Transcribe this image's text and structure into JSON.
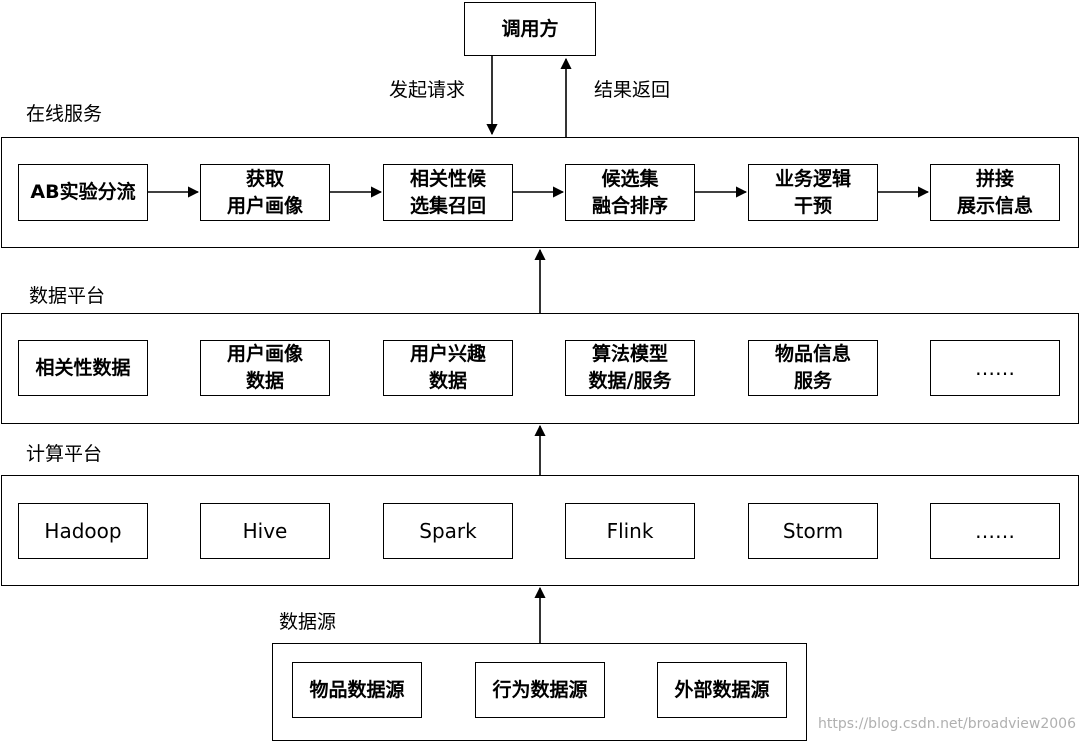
{
  "caller": {
    "label": "调用方"
  },
  "arrows": {
    "request_label": "发起请求",
    "return_label": "结果返回"
  },
  "online": {
    "title": "在线服务",
    "steps": [
      {
        "label": "AB实验分流"
      },
      {
        "label": "获取\n用户画像"
      },
      {
        "label": "相关性候\n选集召回"
      },
      {
        "label": "候选集\n融合排序"
      },
      {
        "label": "业务逻辑\n干预"
      },
      {
        "label": "拼接\n展示信息"
      }
    ]
  },
  "data_platform": {
    "title": "数据平台",
    "items": [
      {
        "label": "相关性数据"
      },
      {
        "label": "用户画像\n数据"
      },
      {
        "label": "用户兴趣\n数据"
      },
      {
        "label": "算法模型\n数据/服务"
      },
      {
        "label": "物品信息\n服务"
      },
      {
        "label": "……"
      }
    ]
  },
  "compute_platform": {
    "title": "计算平台",
    "items": [
      {
        "label": "Hadoop"
      },
      {
        "label": "Hive"
      },
      {
        "label": "Spark"
      },
      {
        "label": "Flink"
      },
      {
        "label": "Storm"
      },
      {
        "label": "……"
      }
    ]
  },
  "data_source": {
    "title": "数据源",
    "items": [
      {
        "label": "物品数据源"
      },
      {
        "label": "行为数据源"
      },
      {
        "label": "外部数据源"
      }
    ]
  },
  "watermark": {
    "text": "https://blog.csdn.net/broadview2006"
  }
}
